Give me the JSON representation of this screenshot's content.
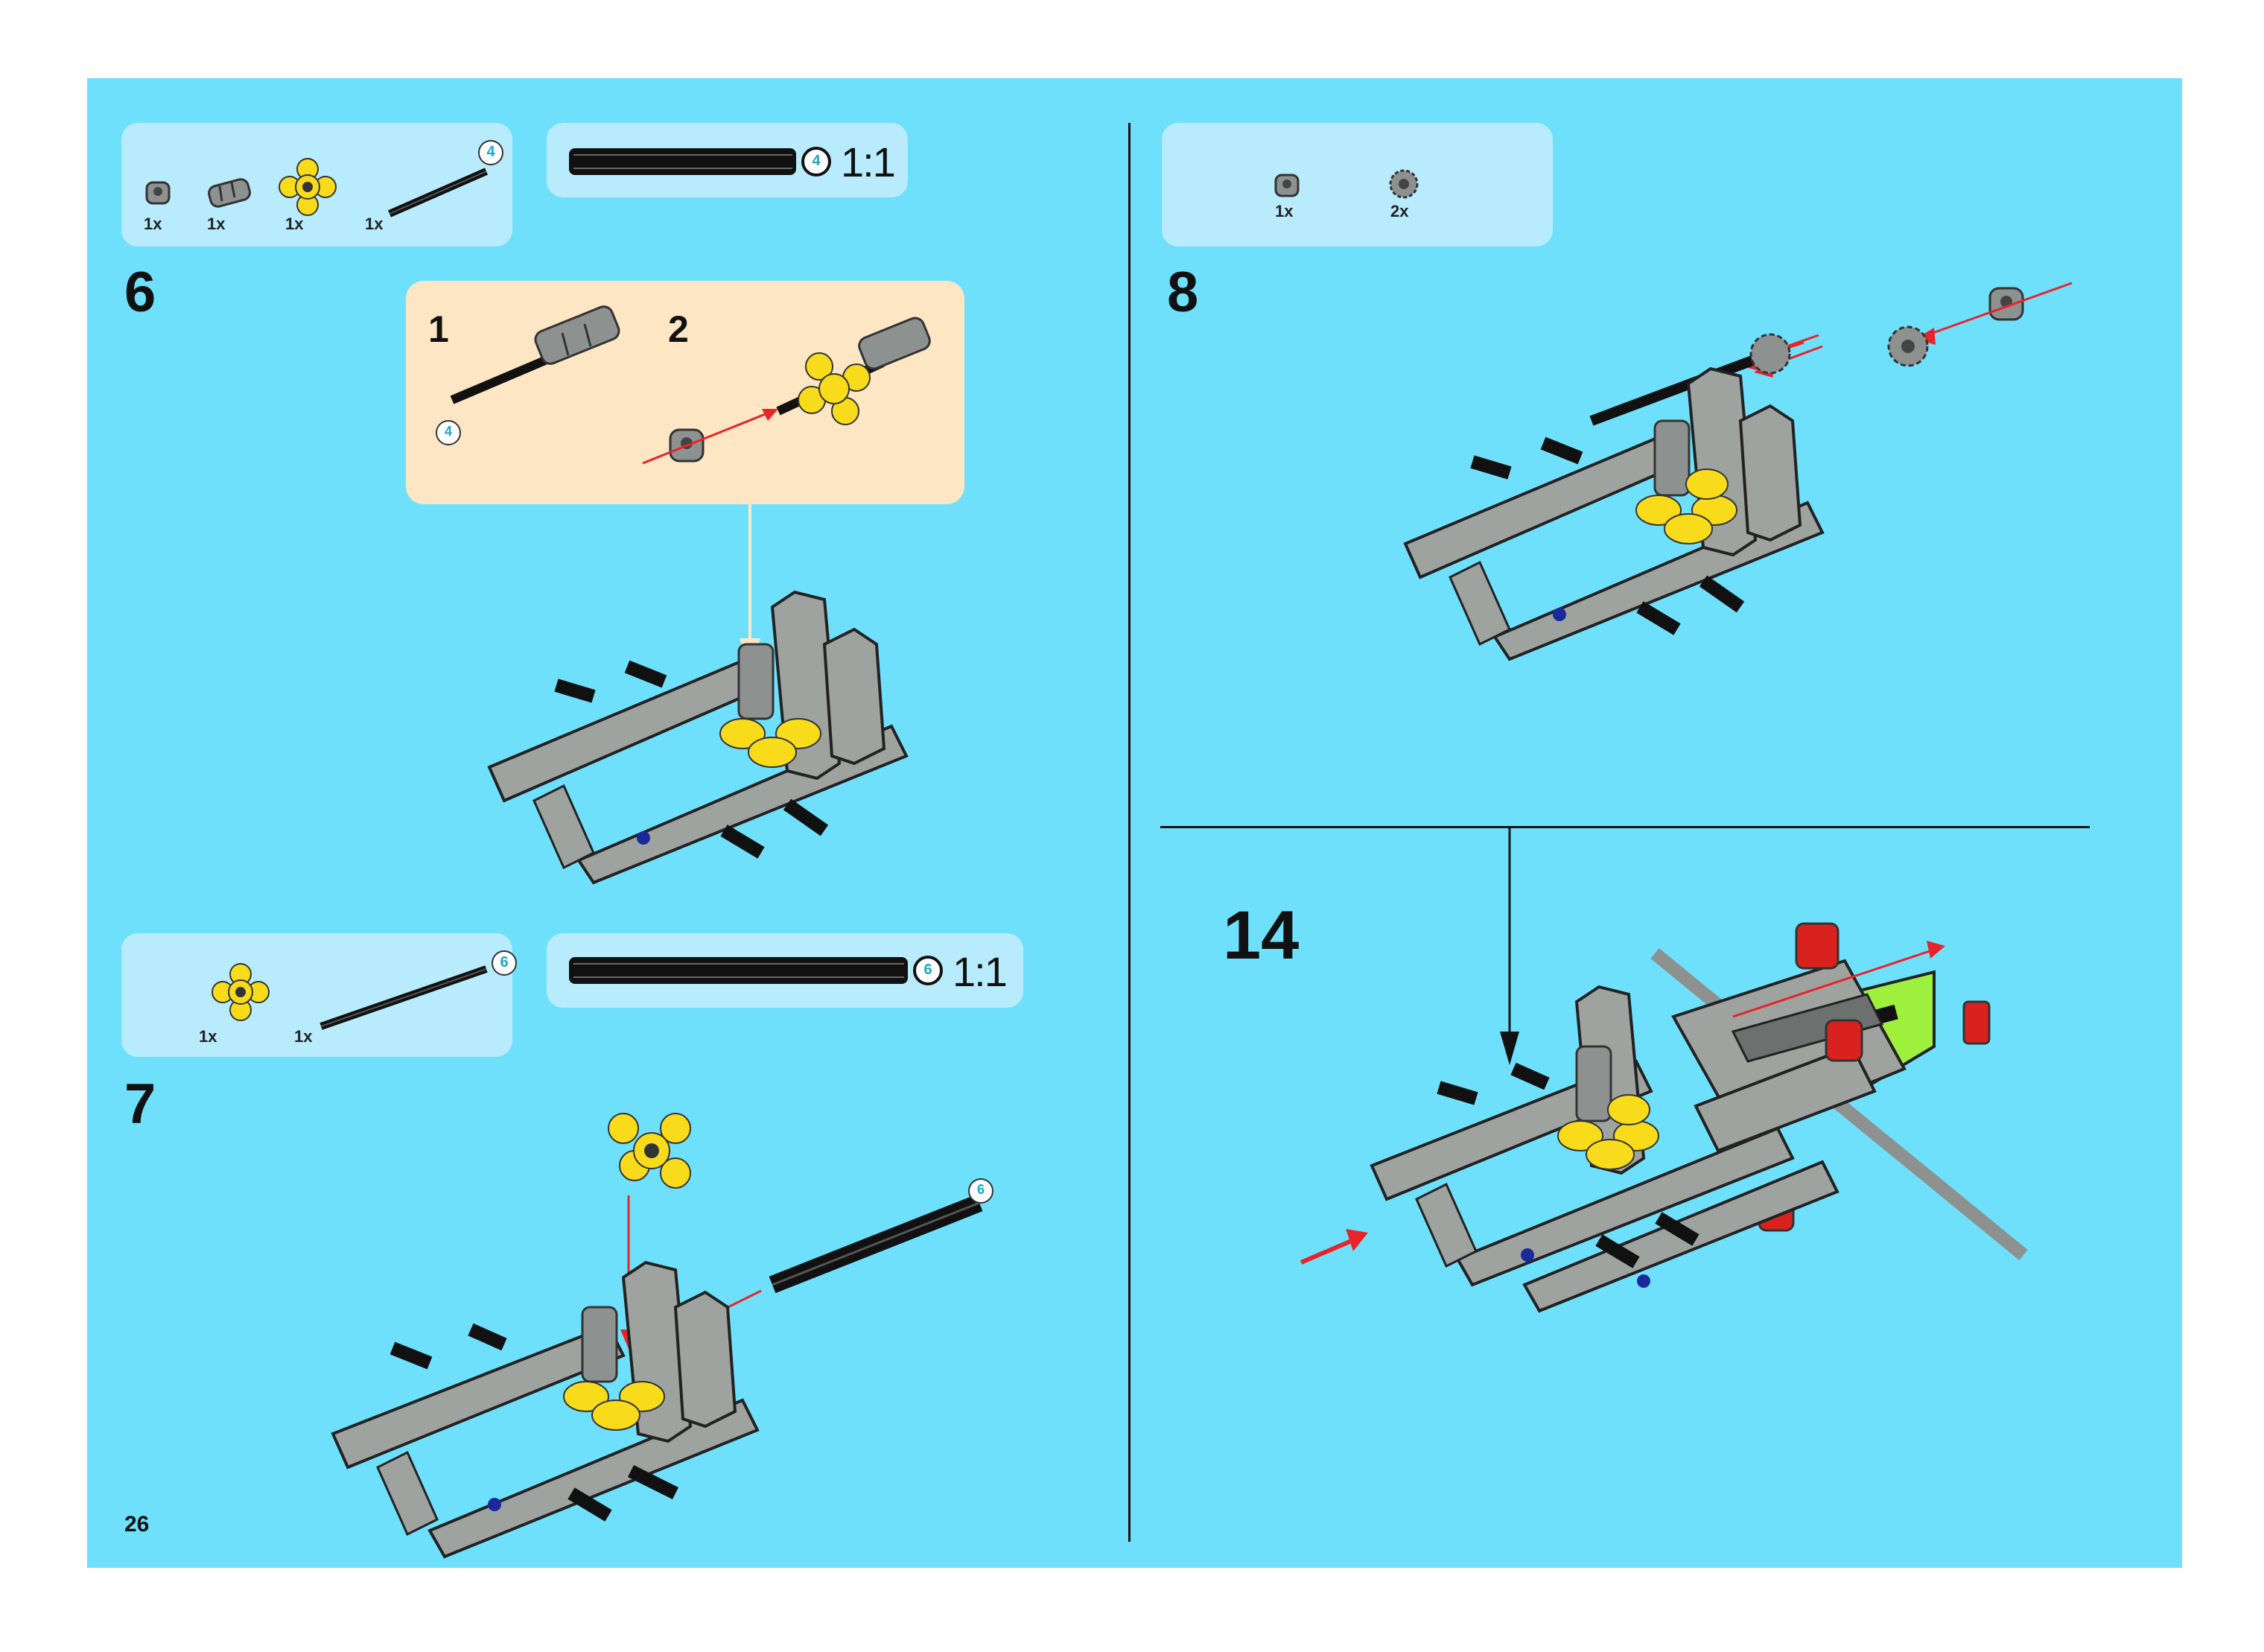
{
  "page_number": "26",
  "colors": {
    "page_background": "#6fe0fc",
    "parts_panel": "#b8ecfc",
    "callout_panel": "#fce6c3",
    "arrow": "#e8232a",
    "beam_gray": "#9ea3a0",
    "yellow": "#f8dc1c",
    "lime": "#9ef03c",
    "red_part": "#d9221e"
  },
  "steps": [
    {
      "number": "6",
      "parts": [
        {
          "qty": "1x",
          "icon": "bush-icon"
        },
        {
          "qty": "1x",
          "icon": "connector-icon"
        },
        {
          "qty": "1x",
          "icon": "yellow-hub-icon"
        },
        {
          "qty": "1x",
          "icon": "axle-icon",
          "length_badge": "4"
        }
      ],
      "scale": {
        "badge": "4",
        "label": "1:1"
      },
      "substeps": [
        {
          "number": "1",
          "badge": "4"
        },
        {
          "number": "2"
        }
      ]
    },
    {
      "number": "7",
      "parts": [
        {
          "qty": "1x",
          "icon": "yellow-hub-icon"
        },
        {
          "qty": "1x",
          "icon": "axle-icon",
          "length_badge": "6"
        }
      ],
      "scale": {
        "badge": "6",
        "label": "1:1"
      },
      "axle_badge": "6"
    },
    {
      "number": "8",
      "parts": [
        {
          "qty": "1x",
          "icon": "bush-icon"
        },
        {
          "qty": "2x",
          "icon": "gear-icon"
        }
      ]
    },
    {
      "number": "14"
    }
  ]
}
